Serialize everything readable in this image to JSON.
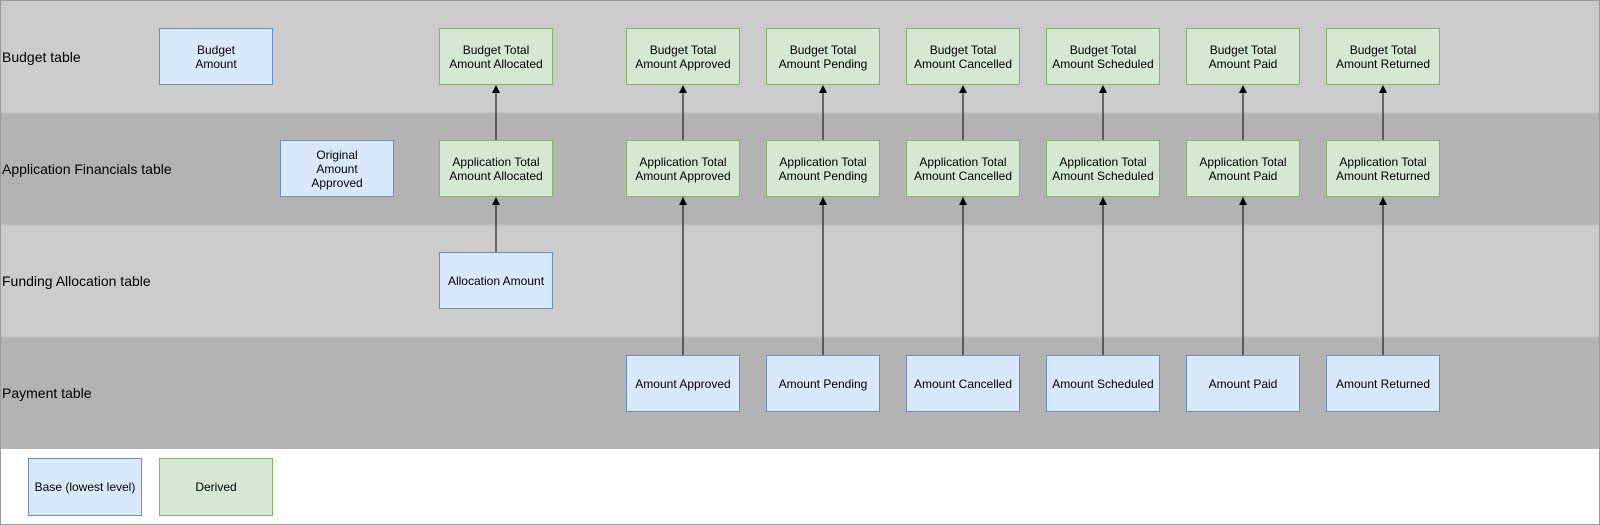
{
  "colors": {
    "lane_light": "#cccccc",
    "lane_dark": "#b3b3b3",
    "base_fill": "#dae8fc",
    "base_stroke": "#6c8ebf",
    "derived_fill": "#d5e8d4",
    "derived_stroke": "#82b366",
    "connector": "#000000"
  },
  "lanes": [
    {
      "label": "Budget table"
    },
    {
      "label": "Application Financials table"
    },
    {
      "label": "Funding Allocation table"
    },
    {
      "label": "Payment table"
    }
  ],
  "legend": {
    "base": "Base (lowest level)",
    "derived": "Derived"
  },
  "nodes": {
    "budget_amount": "Budget\nAmount",
    "budget_total_allocated": "Budget Total\nAmount Allocated",
    "budget_total_approved": "Budget Total\nAmount Approved",
    "budget_total_pending": "Budget Total\nAmount Pending",
    "budget_total_cancelled": "Budget Total\nAmount Cancelled",
    "budget_total_scheduled": "Budget Total\nAmount Scheduled",
    "budget_total_paid": "Budget Total\nAmount Paid",
    "budget_total_returned": "Budget Total\nAmount Returned",
    "original_amount_approved": "Original\nAmount\nApproved",
    "app_total_allocated": "Application Total\nAmount Allocated",
    "app_total_approved": "Application Total\nAmount Approved",
    "app_total_pending": "Application Total\nAmount Pending",
    "app_total_cancelled": "Application Total\nAmount Cancelled",
    "app_total_scheduled": "Application Total\nAmount Scheduled",
    "app_total_paid": "Application Total\nAmount Paid",
    "app_total_returned": "Application Total\nAmount Returned",
    "allocation_amount": "Allocation Amount",
    "amount_approved": "Amount Approved",
    "amount_pending": "Amount Pending",
    "amount_cancelled": "Amount Cancelled",
    "amount_scheduled": "Amount Scheduled",
    "amount_paid": "Amount Paid",
    "amount_returned": "Amount Returned"
  },
  "edges": [
    [
      "allocation_amount",
      "app_total_allocated"
    ],
    [
      "app_total_allocated",
      "budget_total_allocated"
    ],
    [
      "amount_approved",
      "app_total_approved"
    ],
    [
      "amount_approved",
      "budget_total_approved"
    ],
    [
      "amount_pending",
      "app_total_pending"
    ],
    [
      "amount_pending",
      "budget_total_pending"
    ],
    [
      "amount_cancelled",
      "app_total_cancelled"
    ],
    [
      "amount_cancelled",
      "budget_total_cancelled"
    ],
    [
      "amount_scheduled",
      "app_total_scheduled"
    ],
    [
      "amount_scheduled",
      "budget_total_scheduled"
    ],
    [
      "amount_paid",
      "app_total_paid"
    ],
    [
      "amount_paid",
      "budget_total_paid"
    ],
    [
      "amount_returned",
      "app_total_returned"
    ],
    [
      "amount_returned",
      "budget_total_returned"
    ]
  ]
}
